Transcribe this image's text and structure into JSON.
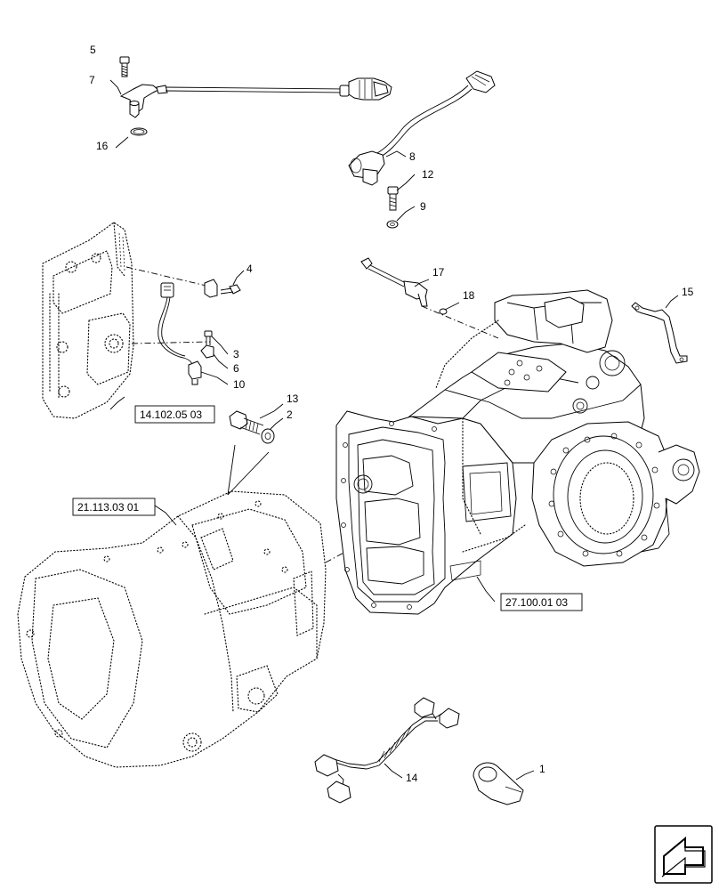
{
  "callouts": {
    "c1": "1",
    "c2": "2",
    "c3": "3",
    "c4": "4",
    "c5": "5",
    "c6": "6",
    "c7": "7",
    "c8": "8",
    "c9": "9",
    "c10": "10",
    "c12": "12",
    "c13": "13",
    "c14": "14",
    "c15": "15",
    "c16": "16",
    "c17": "17",
    "c18": "18"
  },
  "references": {
    "ref_hydraulic_valve": "14.102.05 03",
    "ref_transmission_case": "21.113.03 01",
    "ref_rear_axle_housing": "27.100.01 03"
  },
  "navigation": {
    "icon": "next-page-arrow-icon"
  }
}
